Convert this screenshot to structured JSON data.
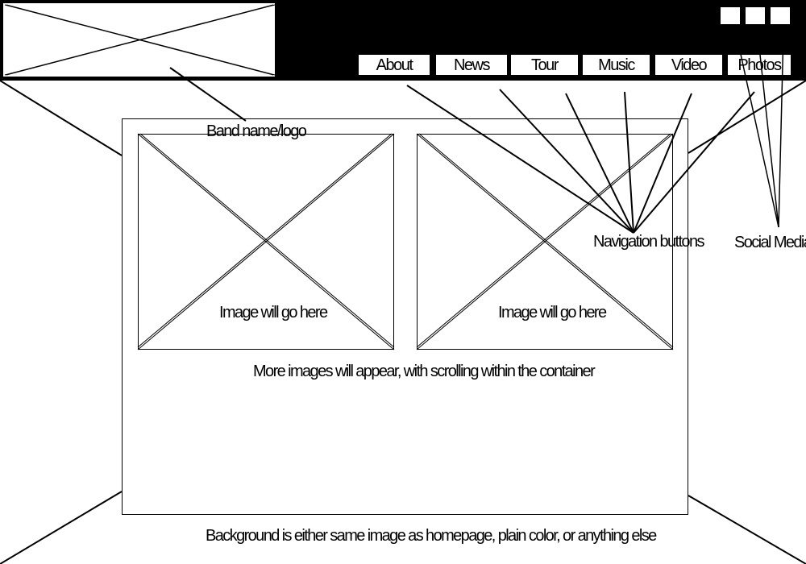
{
  "nav": {
    "items": [
      {
        "label": "About"
      },
      {
        "label": "News"
      },
      {
        "label": "Tour"
      },
      {
        "label": "Music"
      },
      {
        "label": "Video"
      },
      {
        "label": "Photos"
      }
    ]
  },
  "images": [
    {
      "label": "Image will go here"
    },
    {
      "label": "Image will go here"
    }
  ],
  "annotations": {
    "logo": "Band name/logo",
    "navigation": "Navigation buttons",
    "social": "Social Media",
    "scrolling": "More images will appear, with scrolling within the container",
    "background": "Background is either same image as homepage, plain color, or anything else"
  },
  "colors": {
    "header": "#000000",
    "background": "#ffffff",
    "ink": "#000000"
  }
}
